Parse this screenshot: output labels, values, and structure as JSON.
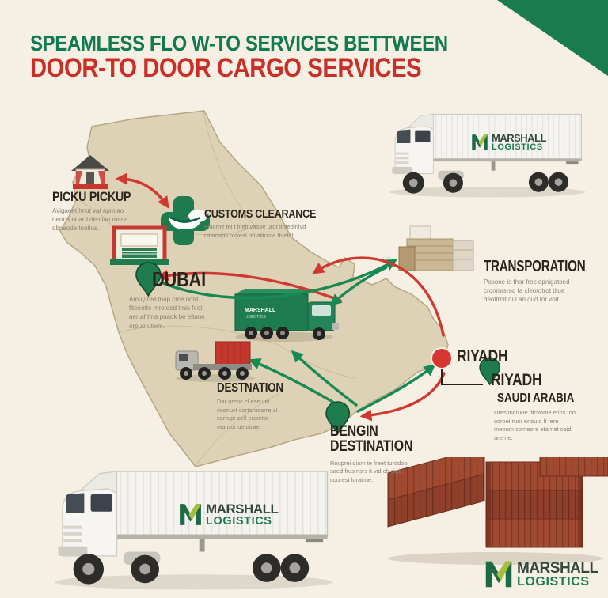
{
  "title": {
    "line1": "SPEAMLESS FLO W-TO SERVICES BETTWEEN",
    "line2": "DOOR-TO DOOR CARGO SERVICES"
  },
  "brand": {
    "marshall": "MARSHALL",
    "logistics": "LOGISTICS"
  },
  "labels": {
    "pickup": {
      "title": "PICKU PICKUP",
      "desc": "Avigaoet hnut vat apmiao oertos ouard deotiao mare dbnaode toatius."
    },
    "customs": {
      "title": "CUSTOMS CLEARANCE",
      "desc": "Fluorne tei t lnelt vasoe uror it tiedinivd dilamapti ovyeal rel alitorce ttvelat."
    },
    "dubai": {
      "title": "DUBAI",
      "desc": "Amuytred tnap cme ootd fiteeotte mroteed tmis feet aerudrtma puaok be eltane orpuorutoim."
    },
    "transportation": {
      "title": "TRANSPORATION",
      "desc": "Posone is thar froc epnigatoed cronmrsrod ta cleorotrot titue deottroit dul an oud tor voit."
    },
    "riyadh_stop": {
      "title": "RIYADH"
    },
    "riyadh_destination": {
      "title": "RIYADH",
      "subtitle": "SAUDI ARABIA",
      "desc": "Dresimcruoe dicvome etins too ocroei ruor ertsuid lt fere meoum comeore etarnet ceid urerne."
    },
    "destination": {
      "title": "DESTNATION",
      "desc": "Dar urenc cl ese vid cosnuct cortarucarre al cerrupr oell ercortor otatrror uetotrae."
    },
    "bengin": {
      "title_line1": "BENGIN",
      "title_line2": "DESTINATION",
      "desc": "Rouprei diam te freet turddoo saed frus nsrs it vid eb sigie courest loratrue."
    }
  },
  "icons": {
    "pickup_point": "house-icon",
    "customs_seal": "customs-badge-icon",
    "dubai_facility": "warehouse-icon",
    "cargo_stack": "crates-icon",
    "fleet_truck": "cargo-truck-icon",
    "delivery_truck": "container-truck-icon",
    "origin_pins": "map-pin-icon",
    "riyadh_stop": "circle-marker-icon",
    "brand_mark": "marshall-m-icon"
  },
  "colors": {
    "background": "#f5f0e3",
    "map_fill": "#ddd2b6",
    "accent_green": "#1a7a50",
    "accent_red": "#c92e27",
    "arrow_green": "#178a54",
    "arrow_red": "#d0392f",
    "container_rust": "#9a4832"
  }
}
